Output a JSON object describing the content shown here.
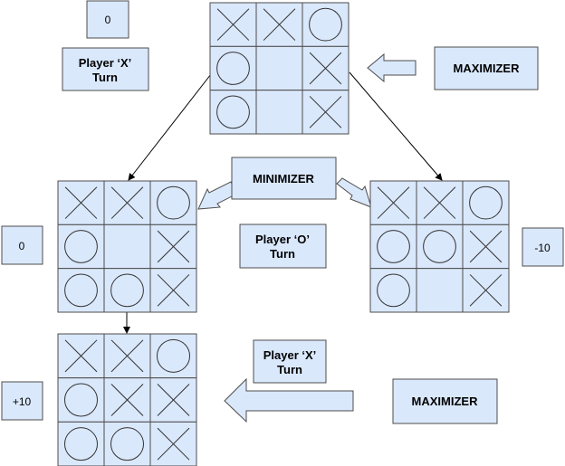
{
  "colors": {
    "box_fill": "#dae8fc",
    "stroke": "#4d4d4d"
  },
  "top": {
    "score": "0",
    "turn_line1": "Player ‘X’",
    "turn_line2": "Turn",
    "role": "MAXIMIZER",
    "board": [
      "X",
      "X",
      "O",
      "O",
      "",
      "X",
      "O",
      "",
      "X"
    ]
  },
  "middle": {
    "role": "MINIMIZER",
    "turn_line1": "Player ‘O’",
    "turn_line2": "Turn",
    "left_score": "0",
    "right_score": "-10",
    "left_board": [
      "X",
      "X",
      "O",
      "O",
      "",
      "X",
      "O",
      "O",
      "X"
    ],
    "right_board": [
      "X",
      "X",
      "O",
      "O",
      "O",
      "X",
      "O",
      "",
      "X"
    ]
  },
  "bottom": {
    "score": "+10",
    "turn_line1": "Player ‘X’",
    "turn_line2": "Turn",
    "role": "MAXIMIZER",
    "board": [
      "X",
      "X",
      "O",
      "O",
      "X",
      "X",
      "O",
      "O",
      "X"
    ]
  }
}
